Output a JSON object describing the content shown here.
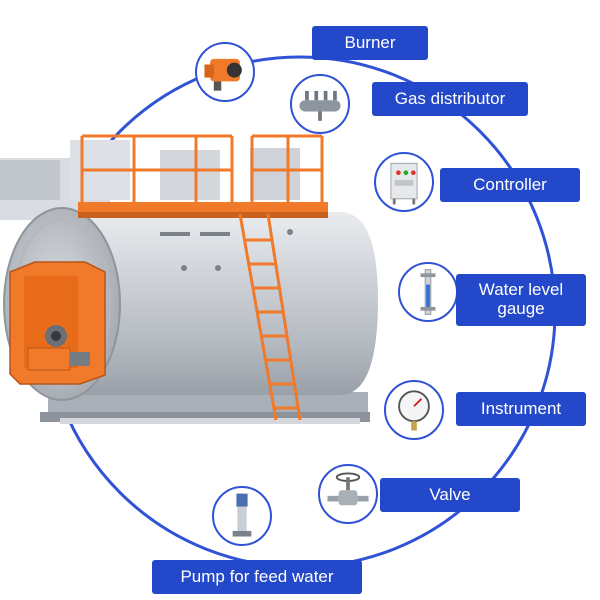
{
  "components": [
    {
      "id": "burner",
      "label": "Burner",
      "icon": "burner-icon"
    },
    {
      "id": "gas-distributor",
      "label": "Gas distributor",
      "icon": "gas-distributor-icon"
    },
    {
      "id": "controller",
      "label": "Controller",
      "icon": "controller-cabinet-icon"
    },
    {
      "id": "water-level-gauge",
      "label_line1": "Water level",
      "label_line2": "gauge",
      "icon": "water-level-gauge-icon"
    },
    {
      "id": "instrument",
      "label": "Instrument",
      "icon": "pressure-gauge-icon"
    },
    {
      "id": "valve",
      "label": "Valve",
      "icon": "valve-icon"
    },
    {
      "id": "pump",
      "label": "Pump for feed water",
      "icon": "feed-water-pump-icon"
    }
  ],
  "colors": {
    "label_bg": "#2348c9",
    "ring": "#2f52d6",
    "boiler_body": "#c9cdd3",
    "accent_orange": "#f07a2a"
  }
}
